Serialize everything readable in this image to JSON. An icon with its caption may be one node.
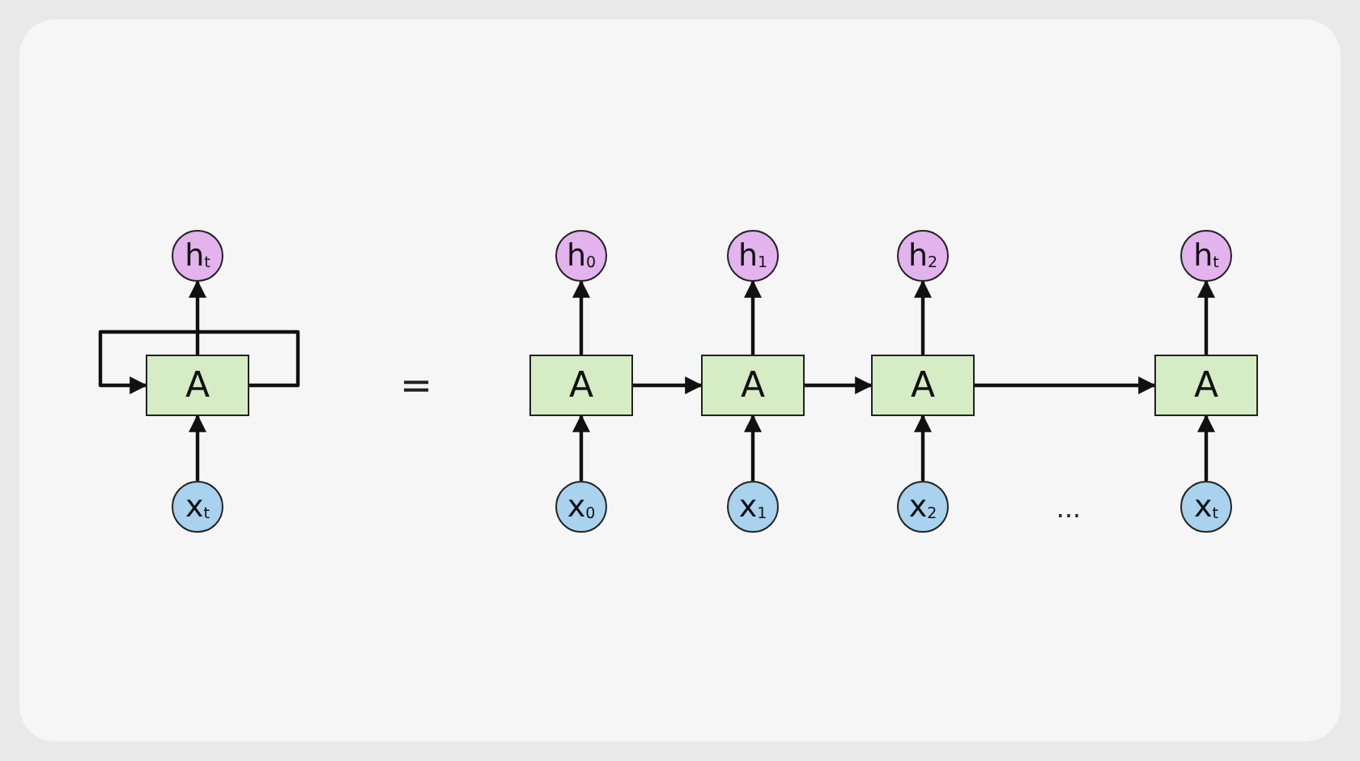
{
  "diagram": {
    "nodes": [
      {
        "text": [
          "h$_{t}$"
        ]
      },
      {
        "text": [
          "A"
        ]
      },
      {
        "text": [
          "x$_{t}$"
        ]
      },
      {
        "text": [
          "h$_{0}$"
        ]
      },
      {
        "text": [
          "A"
        ]
      },
      {
        "text": [
          "x$_{0}$"
        ]
      },
      {
        "text": [
          "h$_{1}$"
        ]
      },
      {
        "text": [
          "A"
        ]
      },
      {
        "text": [
          "x$_{1}$"
        ]
      },
      {
        "text": [
          "h$_{2}$"
        ]
      },
      {
        "text": [
          "A"
        ]
      },
      {
        "text": [
          "x$_{2}$"
        ]
      },
      {
        "text": [
          "h$_{t}$"
        ]
      },
      {
        "text": [
          "A"
        ]
      },
      {
        "text": [
          "x$_{t}$"
        ]
      }
    ],
    "edges": [
      {
        "from": 2,
        "to": 1,
        "arrow": "to"
      },
      {
        "from": 1,
        "to": 0,
        "arrow": "to"
      },
      {
        "from": 1,
        "to": 1,
        "arrow": "to"
      },
      {
        "from": 5,
        "to": 4,
        "arrow": "to"
      },
      {
        "from": 4,
        "to": 3,
        "arrow": "to"
      },
      {
        "from": 8,
        "to": 7,
        "arrow": "to"
      },
      {
        "from": 7,
        "to": 6,
        "arrow": "to"
      },
      {
        "from": 11,
        "to": 10,
        "arrow": "to"
      },
      {
        "from": 10,
        "to": 9,
        "arrow": "to"
      },
      {
        "from": 14,
        "to": 13,
        "arrow": "to"
      },
      {
        "from": 13,
        "to": 12,
        "arrow": "to"
      },
      {
        "from": 4,
        "to": 7,
        "arrow": "to"
      },
      {
        "from": 7,
        "to": 10,
        "arrow": "to"
      },
      {
        "from": 10,
        "to": 13,
        "arrow": "to"
      }
    ],
    "labels": [
      "=",
      "..."
    ]
  }
}
